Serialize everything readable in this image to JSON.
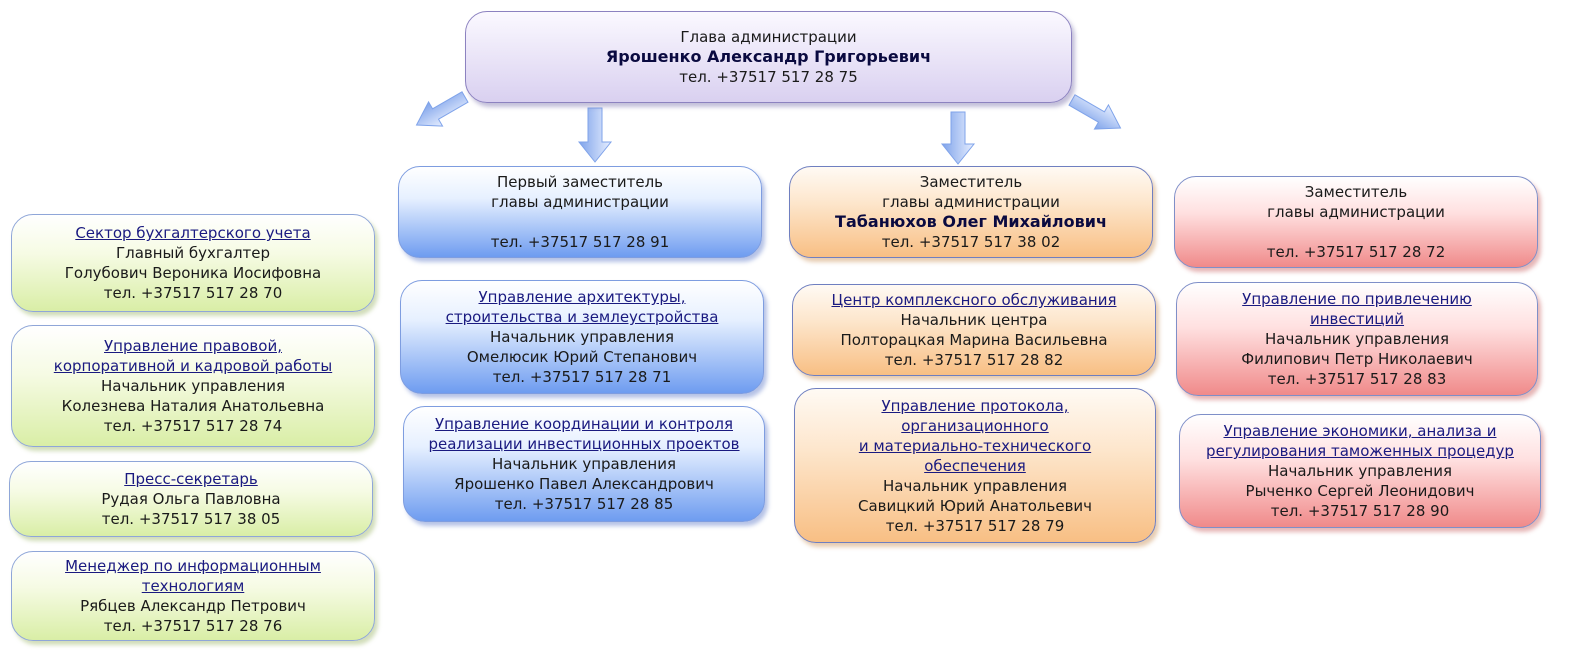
{
  "head": {
    "title": "Глава администрации",
    "name": "Ярошенко Александр Григорьевич",
    "phone": "тел. +37517 517 28 75"
  },
  "deputy_first": {
    "line1": "Первый заместитель",
    "line2": "главы администрации",
    "phone": "тел. +37517 517 28 91"
  },
  "deputy_second": {
    "line1": "Заместитель",
    "line2": "главы администрации",
    "name": "Табанюхов Олег Михайлович",
    "phone": "тел. +37517 517 38 02"
  },
  "deputy_third": {
    "line1": "Заместитель",
    "line2": "главы администрации",
    "phone": "тел. +37517 517 28 72"
  },
  "left": [
    {
      "link": [
        "Сектор бухгалтерского учета"
      ],
      "role": "Главный бухгалтер",
      "name": "Голубович Вероника Иосифовна",
      "phone": "тел. +37517 517 28 70"
    },
    {
      "link": [
        "Управление правовой,",
        "корпоративной и кадровой работы"
      ],
      "role": "Начальник управления",
      "name": "Колезнева Наталия Анатольевна",
      "phone": "тел. +37517 517 28 74"
    },
    {
      "link": [
        "Пресс-секретарь"
      ],
      "name": "Рудая Ольга Павловна",
      "phone": "тел. +37517 517 38 05"
    },
    {
      "link": [
        "Менеджер по информационным",
        "технологиям"
      ],
      "name": "Рябцев Александр Петрович",
      "phone": "тел. +37517 517 28 76"
    }
  ],
  "blue": [
    {
      "link": [
        "Управление архитектуры,",
        "строительства и землеустройства"
      ],
      "role": "Начальник управления",
      "name": "Омелюсик Юрий Степанович",
      "phone": "тел. +37517 517 28 71"
    },
    {
      "link": [
        "Управление координации и контроля",
        "реализации инвестиционных проектов"
      ],
      "role": "Начальник управления",
      "name": "Ярошенко Павел Александрович",
      "phone": "тел. +37517 517 28 85"
    }
  ],
  "orange": [
    {
      "link": [
        "Центр комплексного обслуживания"
      ],
      "role": "Начальник центра",
      "name": "Полторацкая Марина Васильевна",
      "phone": "тел. +37517 517 28 82"
    },
    {
      "link": [
        "Управление протокола,",
        "организационного",
        "и материально-технического",
        "обеспечения"
      ],
      "role": "Начальник управления",
      "name": "Савицкий Юрий Анатольевич",
      "phone": "тел. +37517 517 28 79"
    }
  ],
  "red": [
    {
      "link": [
        "Управление по привлечению",
        "инвестиций"
      ],
      "role": "Начальник управления",
      "name": "Филипович Петр Николаевич",
      "phone": "тел. +37517 517 28 83"
    },
    {
      "link": [
        "Управление экономики, анализа и",
        "регулирования таможенных процедур"
      ],
      "role": "Начальник управления",
      "name": "Рыченко Сергей Леонидович",
      "phone": "тел. +37517 517 28 90"
    }
  ],
  "colors": {
    "arrow": "#8fb0ec",
    "link": "#1a1a80"
  }
}
